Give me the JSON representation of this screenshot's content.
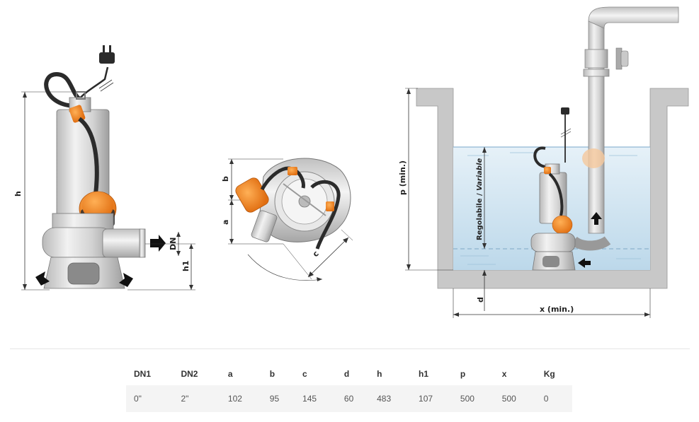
{
  "diagram": {
    "labels": {
      "h": "h",
      "h1": "h1",
      "dn": "DN",
      "a": "a",
      "b": "b",
      "c": "c",
      "p": "p  (min.)",
      "d": "d",
      "x": "x (min.)",
      "regolabile": "Regolabile / ",
      "variable": "Variable"
    },
    "colors": {
      "orange": "#f08a24",
      "water": "#cfe3f0",
      "concrete": "#c8c8c8",
      "pump_body": "#d9d9d9",
      "cable": "#2b2b2b"
    }
  },
  "table": {
    "headers": [
      "DN1",
      "DN2",
      "a",
      "b",
      "c",
      "d",
      "h",
      "h1",
      "p",
      "x",
      "Kg"
    ],
    "rows": [
      [
        "0\"",
        "2\"",
        "102",
        "95",
        "145",
        "60",
        "483",
        "107",
        "500",
        "500",
        "0"
      ]
    ]
  }
}
